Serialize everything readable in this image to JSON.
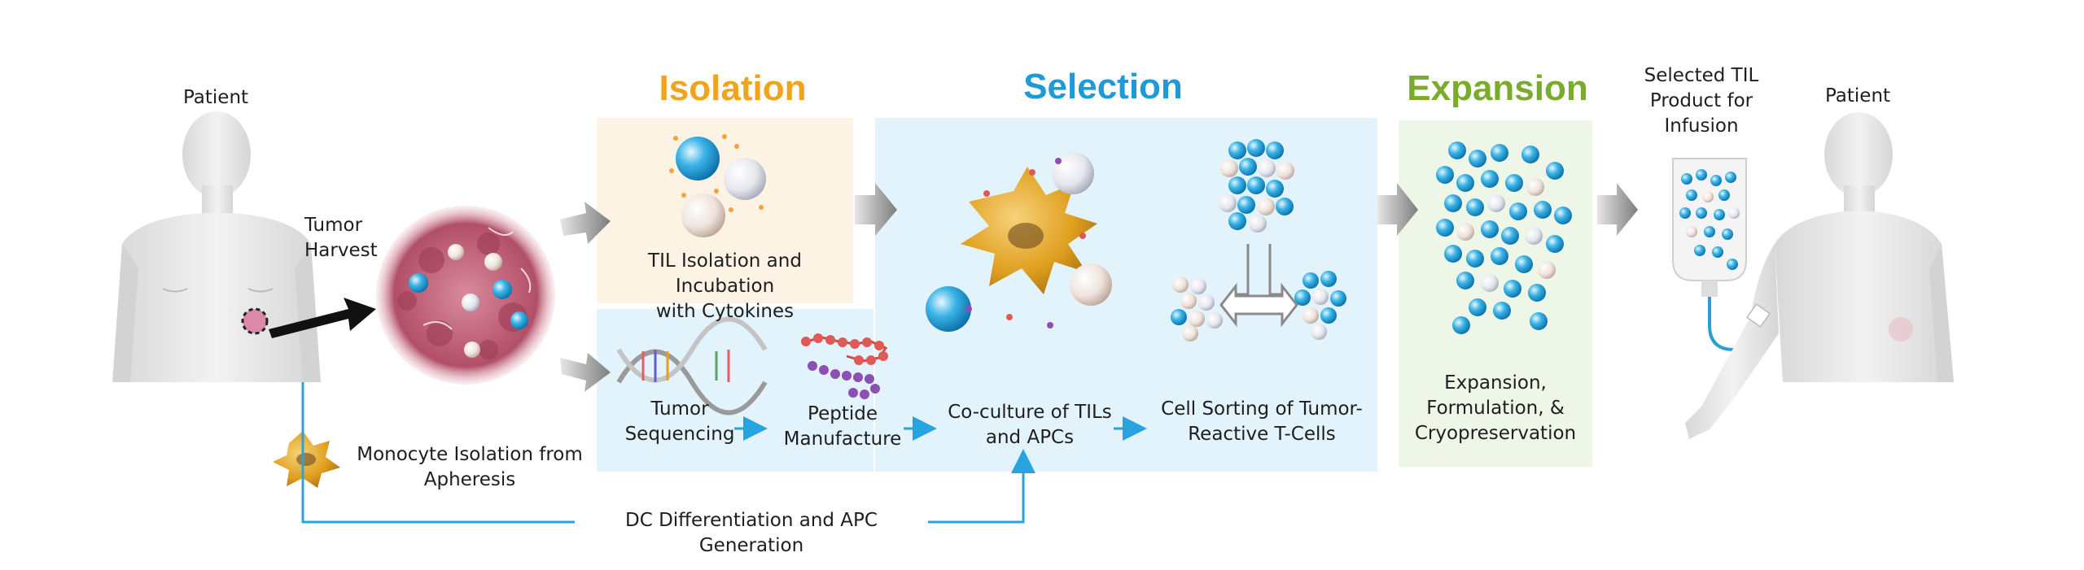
{
  "headings": {
    "isolation": "Isolation",
    "selection": "Selection",
    "expansion": "Expansion"
  },
  "colors": {
    "isolation": "#f2a31b",
    "selection": "#1e9ad6",
    "expansion": "#7aab2a",
    "isolation_panel": "#fdf3e5",
    "selection_panel": "#e3f3fc",
    "expansion_panel": "#edf6e7",
    "connector": "#29a3df",
    "tcell": "#29a8dc",
    "apc": "#e0a020"
  },
  "labels": {
    "patient_left": "Patient",
    "tumor_harvest": "Tumor\nHarvest",
    "monocyte": "Monocyte Isolation from\nApheresis",
    "til_isolation": "TIL Isolation and Incubation\nwith Cytokines",
    "tumor_sequencing": "Tumor\nSequencing",
    "peptide": "Peptide\nManufacture",
    "coculture": "Co-culture of TILs\nand APCs",
    "cell_sorting": "Cell Sorting of Tumor-\nReactive T-Cells",
    "expansion_desc": "Expansion,\nFormulation, &\nCryopreservation",
    "selected_til": "Selected TIL\nProduct for\nInfusion",
    "patient_right": "Patient",
    "dc_diff": "DC Differentiation and APC Generation"
  },
  "icons": [
    "patient-silhouette-icon",
    "tumor-tissue-icon",
    "dendritic-cell-icon",
    "dna-helix-icon",
    "peptide-chain-icon",
    "t-cell-cluster-icon",
    "infusion-bag-icon",
    "sort-arrows-icon"
  ]
}
